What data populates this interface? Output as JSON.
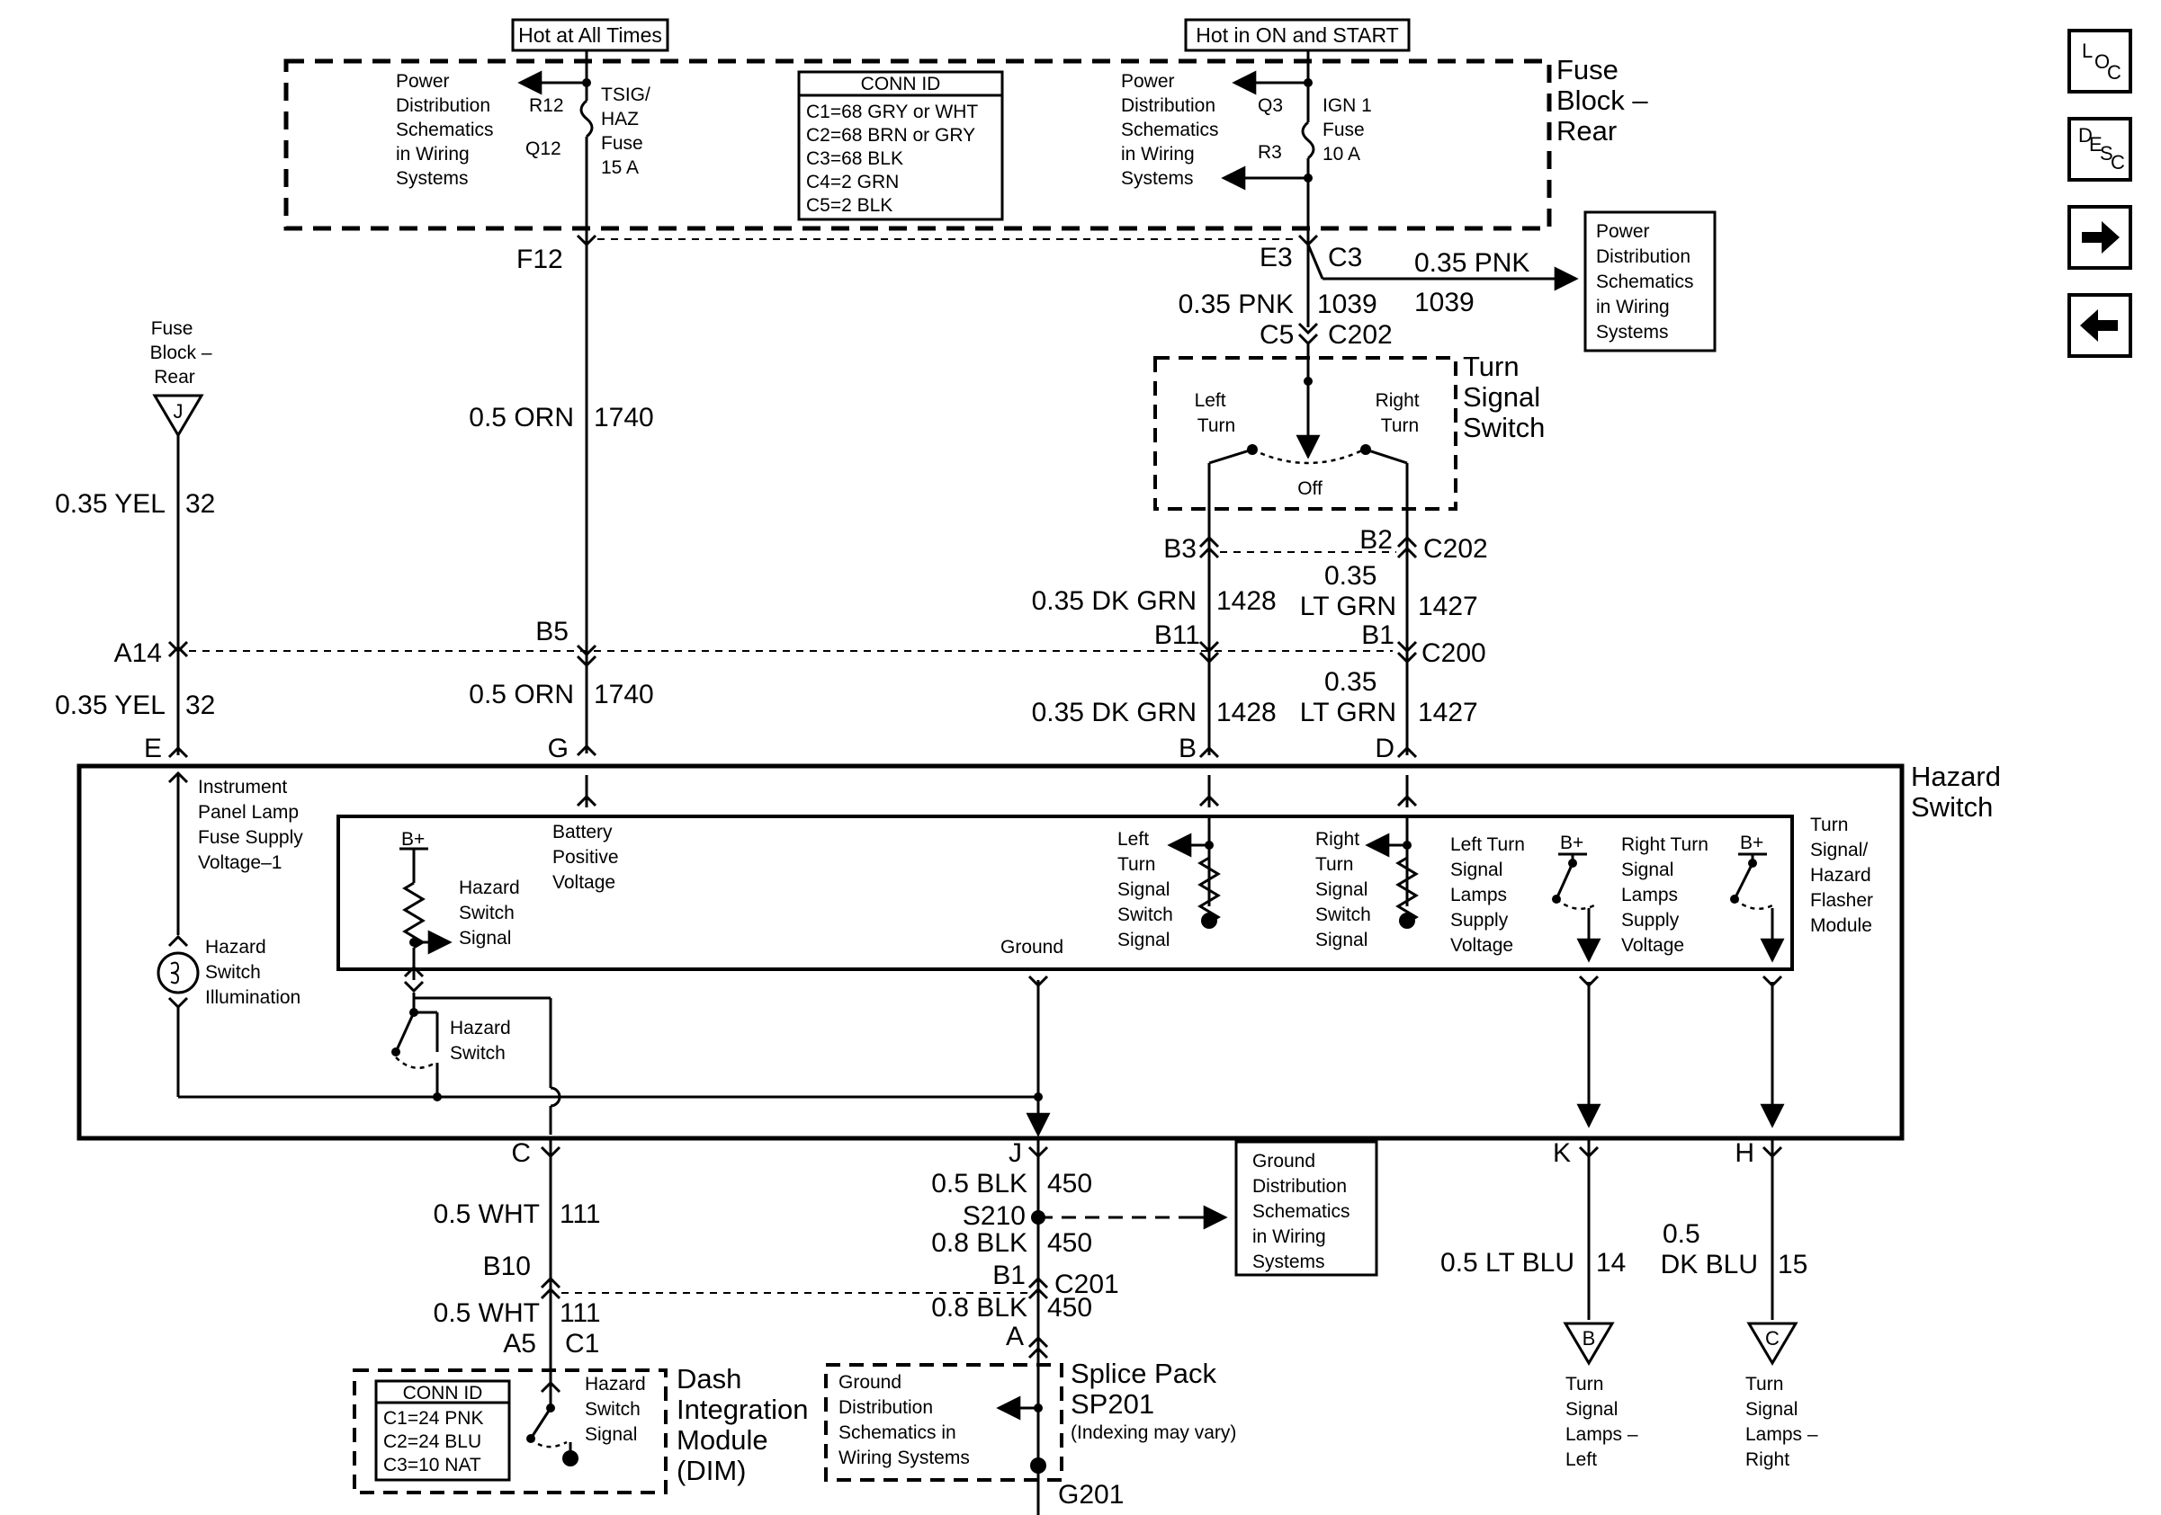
{
  "nav": {
    "loc": {
      "l1": "L",
      "l2": "O",
      "l3": "C"
    },
    "desc": {
      "l1": "D",
      "l2": "E",
      "l3": "S",
      "l4": "C"
    },
    "next_icon": "arrow-right-icon",
    "prev_icon": "arrow-left-icon"
  },
  "top": {
    "hot_all_times": "Hot at All Times",
    "hot_on_start": "Hot in ON and START"
  },
  "fuse_block": {
    "name": [
      "Fuse",
      "Block –",
      "Rear"
    ],
    "left_pd": [
      "Power",
      "Distribution",
      "Schematics",
      "in Wiring",
      "Systems"
    ],
    "right_pd": [
      "Power",
      "Distribution",
      "Schematics",
      "in Wiring",
      "Systems"
    ],
    "r12": "R12",
    "q12": "Q12",
    "tsig_fuse": [
      "TSIG/",
      "HAZ",
      "Fuse",
      "15 A"
    ],
    "q3": "Q3",
    "r3": "R3",
    "ign_fuse": [
      "IGN 1",
      "Fuse",
      "10 A"
    ],
    "conn_id_title": "CONN ID",
    "conn_id": [
      "C1=68 GRY or WHT",
      "C2=68 BRN or GRY",
      "C3=68 BLK",
      "C4=2 GRN",
      "C5=2 BLK"
    ]
  },
  "wires": {
    "f12": "F12",
    "e3": "E3",
    "c3": "C3",
    "pnk_out": "0.35 PNK",
    "pnk_out_num": "1039",
    "pnk_down": "0.35 PNK",
    "pnk_down_num": "1039",
    "c5": "C5",
    "c202_top": "C202",
    "orn_top": "0.5 ORN",
    "orn_top_num": "1740",
    "yel_top": "0.35 YEL",
    "yel_top_num": "32",
    "fuse_block_j": [
      "Fuse",
      "Block –",
      "Rear"
    ],
    "tri_j": "J",
    "a14": "A14",
    "b5": "B5",
    "b11": "B11",
    "b1": "B1",
    "c200": "C200",
    "b3": "B3",
    "b2": "B2",
    "c202_mid": "C202",
    "dkgrn_1": "0.35 DK GRN",
    "dkgrn_1_num": "1428",
    "ltgrn_1a": "0.35",
    "ltgrn_1b": "LT GRN",
    "ltgrn_1_num": "1427",
    "yel_bot": "0.35 YEL",
    "yel_bot_num": "32",
    "orn_bot": "0.5 ORN",
    "orn_bot_num": "1740",
    "dkgrn_2": "0.35 DK GRN",
    "dkgrn_2_num": "1428",
    "ltgrn_2a": "0.35",
    "ltgrn_2b": "LT GRN",
    "ltgrn_2_num": "1427",
    "pin_e": "E",
    "pin_g": "G",
    "pin_b": "B",
    "pin_d": "D"
  },
  "power_dist_box": [
    "Power",
    "Distribution",
    "Schematics",
    "in Wiring",
    "Systems"
  ],
  "turn_switch": {
    "name": [
      "Turn",
      "Signal",
      "Switch"
    ],
    "left": [
      "Left",
      "Turn"
    ],
    "right": [
      "Right",
      "Turn"
    ],
    "off": "Off"
  },
  "hazard_switch": {
    "name": [
      "Hazard",
      "Switch"
    ],
    "ipl": [
      "Instrument",
      "Panel Lamp",
      "Fuse Supply",
      "Voltage–1"
    ],
    "illum": [
      "Hazard",
      "Switch",
      "Illumination"
    ],
    "hz_switch": [
      "Hazard",
      "Switch"
    ],
    "module": [
      "Turn",
      "Signal/",
      "Hazard",
      "Flasher",
      "Module"
    ],
    "bplus": "B+",
    "hz_signal": [
      "Hazard",
      "Switch",
      "Signal"
    ],
    "batt": [
      "Battery",
      "Positive",
      "Voltage"
    ],
    "ground": "Ground",
    "lt_switch": [
      "Left",
      "Turn",
      "Signal",
      "Switch",
      "Signal"
    ],
    "rt_switch": [
      "Right",
      "Turn",
      "Signal",
      "Switch",
      "Signal"
    ],
    "lt_lamp": [
      "Left Turn",
      "Signal",
      "Lamps",
      "Supply",
      "Voltage"
    ],
    "rt_lamp": [
      "Right Turn",
      "Signal",
      "Lamps",
      "Supply",
      "Voltage"
    ]
  },
  "bottom": {
    "pin_c": "C",
    "pin_j": "J",
    "pin_k": "K",
    "pin_h": "H",
    "wht_1": "0.5 WHT",
    "wht_1_num": "111",
    "b10": "B10",
    "wht_2": "0.5 WHT",
    "wht_2_num": "111",
    "a5": "A5",
    "c1": "C1",
    "blk_1": "0.5 BLK",
    "blk_1_num": "450",
    "s210": "S210",
    "blk_2": "0.8 BLK",
    "blk_2_num": "450",
    "b1": "B1",
    "c201": "C201",
    "blk_3": "0.8 BLK",
    "blk_3_num": "450",
    "pin_a": "A",
    "gnd_box": [
      "Ground",
      "Distribution",
      "Schematics",
      "in Wiring",
      "Systems"
    ],
    "ltblu": "0.5 LT BLU",
    "ltblu_num": "14",
    "dkblu_a": "0.5",
    "dkblu_b": "DK BLU",
    "dkblu_num": "15",
    "tri_b": "B",
    "tri_c": "C",
    "lamps_left": [
      "Turn",
      "Signal",
      "Lamps –",
      "Left"
    ],
    "lamps_right": [
      "Turn",
      "Signal",
      "Lamps –",
      "Right"
    ],
    "dim_conn_title": "CONN ID",
    "dim_conn": [
      "C1=24 PNK",
      "C2=24 BLU",
      "C3=10 NAT"
    ],
    "dim_signal": [
      "Hazard",
      "Switch",
      "Signal"
    ],
    "dim_name": [
      "Dash",
      "Integration",
      "Module",
      "(DIM)"
    ],
    "sp_gnd": [
      "Ground",
      "Distribution",
      "Schematics in",
      "Wiring Systems"
    ],
    "sp_name": [
      "Splice Pack",
      "SP201"
    ],
    "sp_note": "(Indexing may vary)",
    "g201": "G201"
  }
}
